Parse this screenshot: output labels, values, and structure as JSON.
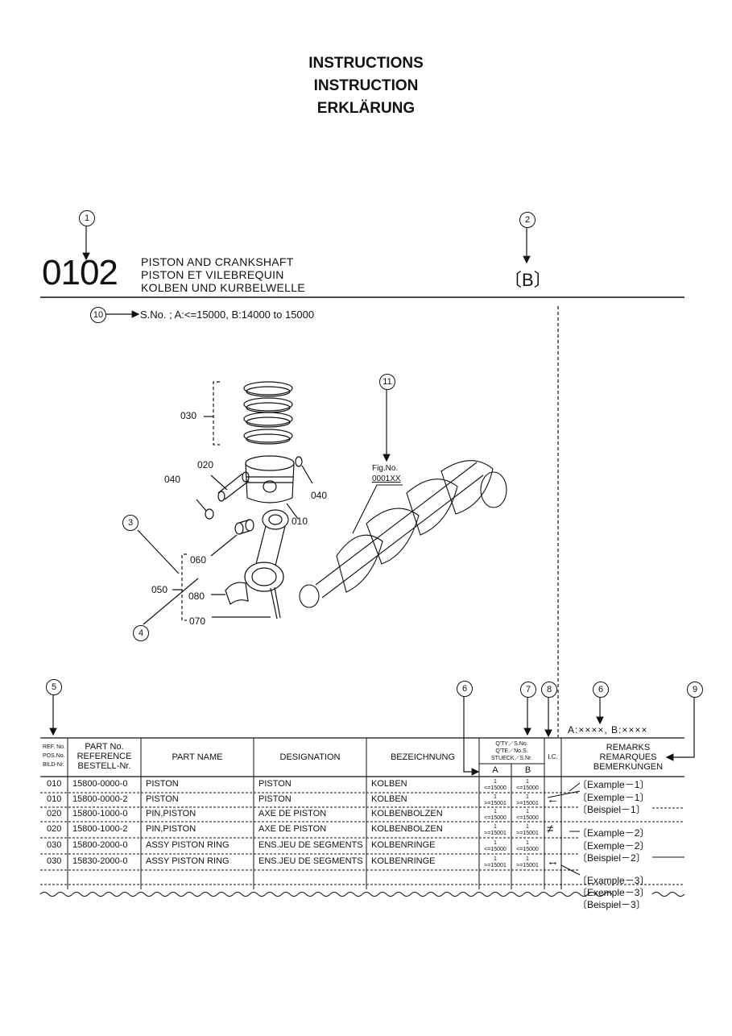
{
  "headings": [
    "INSTRUCTIONS",
    "INSTRUCTION",
    "ERKLÄRUNG"
  ],
  "markers": {
    "m1": "1",
    "m2": "2",
    "m3": "3",
    "m4": "4",
    "m5": "5",
    "m6a": "6",
    "m6b": "6",
    "m7": "7",
    "m8": "8",
    "m9": "9",
    "m10": "10",
    "m11": "11"
  },
  "group": {
    "number": "0102",
    "name_en": "PISTON AND CRANKSHAFT",
    "name_fr": "PISTON ET VILEBREQUIN",
    "name_de": "KOLBEN UND KURBELWELLE",
    "code": "〔B〕"
  },
  "serial_note": "S.No. ; A:<=15000, B:14000 to 15000",
  "figure": {
    "fig_label": "Fig.No.",
    "fig_number": "0001XX",
    "callouts": [
      "030",
      "020",
      "040",
      "040",
      "010",
      "060",
      "050",
      "080",
      "070"
    ]
  },
  "table": {
    "serial_legend": "A:××××, B:××××",
    "headers": {
      "ref": [
        "REF. No.",
        "POS.No.",
        "BILD-Nr."
      ],
      "partno": [
        "PART No.",
        "REFERENCE",
        "BESTELL-Nr."
      ],
      "partname": "PART NAME",
      "designation": "DESIGNATION",
      "bezeichnung": "BEZEICHNUNG",
      "qty": [
        "Q'TY／S.No.",
        "Q'TE／No.S.",
        "STUECK／S.Nr."
      ],
      "qty_a": "A",
      "qty_b": "B",
      "ic": "I.C.",
      "remarks": [
        "REMARKS",
        "REMARQUES",
        "BEMERKUNGEN"
      ]
    },
    "rows": [
      {
        "ref": "010",
        "part": "15800-0000-0",
        "name": "PISTON",
        "designation": "PISTON",
        "bez": "KOLBEN",
        "qa": [
          "1",
          "<=15000"
        ],
        "qb": [
          "1",
          "<=15000"
        ],
        "ic": ""
      },
      {
        "ref": "010",
        "part": "15800-0000-2",
        "name": "PISTON",
        "designation": "PISTON",
        "bez": "KOLBEN",
        "qa": [
          "1",
          ">=15001"
        ],
        "qb": [
          "1",
          ">=15001"
        ],
        "ic": "←"
      },
      {
        "ref": "020",
        "part": "15800-1000-0",
        "name": "PIN,PISTON",
        "designation": "AXE DE PISTON",
        "bez": "KOLBENBOLZEN",
        "qa": [
          "1",
          "<=15000"
        ],
        "qb": [
          "1",
          "<=15000"
        ],
        "ic": ""
      },
      {
        "ref": "020",
        "part": "15800-1000-2",
        "name": "PIN,PISTON",
        "designation": "AXE DE PISTON",
        "bez": "KOLBENBOLZEN",
        "qa": [
          "1",
          ">=15001"
        ],
        "qb": [
          "1",
          ">=15001"
        ],
        "ic": "≠"
      },
      {
        "ref": "030",
        "part": "15800-2000-0",
        "name": "ASSY PISTON RING",
        "designation": "ENS.JEU DE SEGMENTS",
        "bez": "KOLBENRINGE",
        "qa": [
          "1",
          "<=15000"
        ],
        "qb": [
          "1",
          "<=15000"
        ],
        "ic": ""
      },
      {
        "ref": "030",
        "part": "15830-2000-0",
        "name": "ASSY PISTON RING",
        "designation": "ENS.JEU DE SEGMENTS",
        "bez": "KOLBENRINGE",
        "qa": [
          "1",
          ">=15001"
        ],
        "qb": [
          "1",
          ">=15001"
        ],
        "ic": "↔"
      }
    ],
    "remarks": [
      "〔Example－1〕",
      "〔Exemple－1〕",
      "〔Beispiel－1〕",
      "〔Example－2〕",
      "〔Exemple－2〕",
      "〔Beispiel－2〕",
      "〔Example－3〕",
      "〔Exemple－3〕",
      "〔Beispiel－3〕"
    ]
  }
}
